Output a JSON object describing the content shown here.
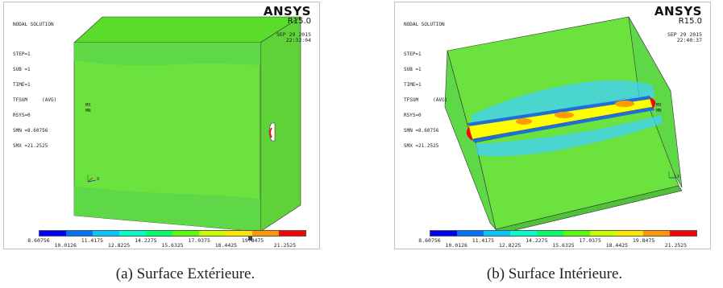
{
  "panels": [
    {
      "info": [
        "NODAL SOLUTION",
        "",
        "STEP=1",
        "SUB =1",
        "TIME=1",
        "TFSUM     (AVG)",
        "RSYS=0",
        "SMN =8.60756",
        "SMX =21.2525"
      ],
      "brand": "ANSYS",
      "version": "R15.0",
      "date": "SEP 29 2015",
      "time": "22:32:04",
      "mx_label": "MX",
      "mn_label": "MN",
      "axis_label": "X",
      "caption": "(a) Surface Extérieure."
    },
    {
      "info": [
        "NODAL SOLUTION",
        "",
        "STEP=1",
        "SUB =1",
        "TIME=1",
        "TFSUM     (AVG)",
        "RSYS=0",
        "SMN =8.60756",
        "SMX =21.2525"
      ],
      "brand": "ANSYS",
      "version": "R15.0",
      "date": "SEP 29 2015",
      "time": "22:40:37",
      "mx_label": "MX",
      "mn_label": "MN",
      "axis_label": "X",
      "caption": "(b) Surface Intérieure."
    }
  ],
  "legend": {
    "colors": [
      "#0000ff",
      "#0072ff",
      "#00c8ff",
      "#00ffc8",
      "#00ff64",
      "#55ff00",
      "#c8ff00",
      "#ffe600",
      "#ff9600",
      "#ff0000"
    ],
    "top_ticks": [
      "8.60756",
      "11.4175",
      "14.2275",
      "17.0375",
      "19.8475"
    ],
    "bottom_ticks": [
      "10.0126",
      "12.8225",
      "15.6325",
      "18.4425",
      "21.2525"
    ]
  }
}
